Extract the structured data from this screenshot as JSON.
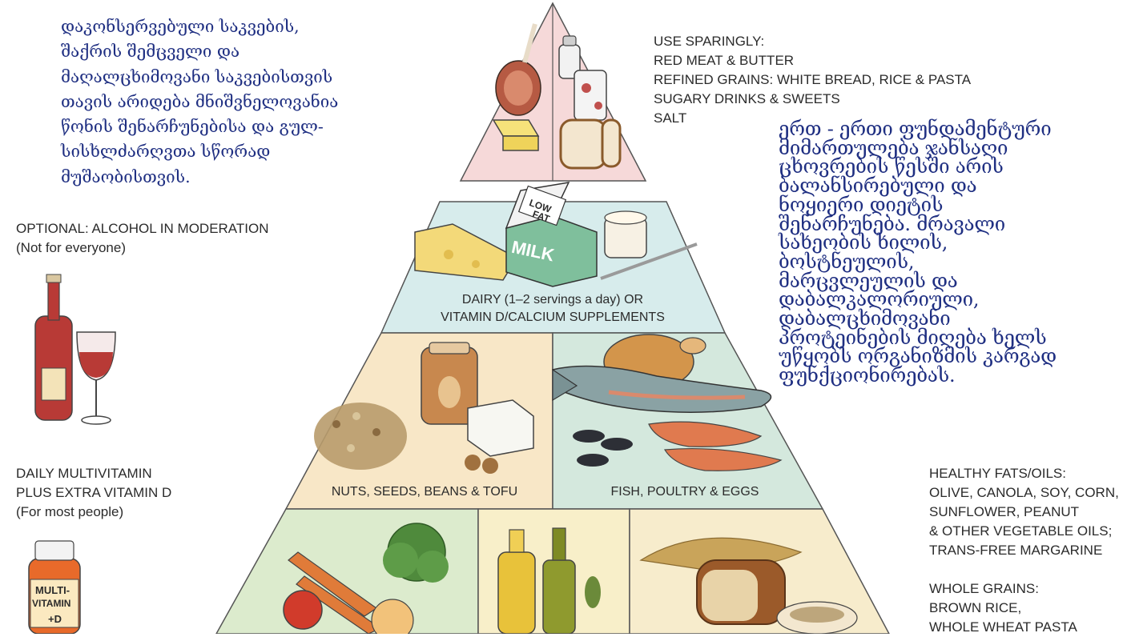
{
  "georgian": {
    "left_lines": [
      "დაკონსერვებული საკვების,",
      "შაქრის შემცველი და",
      "მაღალცხიმოვანი საკვებისთვის",
      "თავის არიდება მნიშვნელოვანია",
      "წონის შენარჩუნებისა და გულ-",
      "სისხლძარღვთა სწორად",
      "მუშაობისთვის."
    ],
    "right_lines": [
      "ერთ - ერთი ფუნდამენტური",
      "მიმართულება ჯანსაღი",
      "ცხოვრების წესში არის",
      "ბალანსირებული და",
      "ნოყიერი დიეტის",
      "შენარჩუნება. მრავალი",
      "სახეობის ხილის,",
      "ბოსტნეულის,",
      "მარცვლეულის და",
      "დაბალკალორიული,",
      "დაბალცხიმოვანი",
      "პროტეინების მიღება ხელს",
      "უწყობს ორგანიზმის კარგად",
      "ფუნქციონირებას."
    ]
  },
  "sparingly": {
    "lines": [
      "USE SPARINGLY:",
      "RED MEAT & BUTTER",
      "REFINED GRAINS: WHITE BREAD, RICE & PASTA",
      "SUGARY DRINKS & SWEETS",
      "SALT"
    ]
  },
  "alcohol": {
    "lines": [
      "OPTIONAL: ALCOHOL IN MODERATION",
      "(Not for everyone)"
    ]
  },
  "multivitamin": {
    "lines": [
      "DAILY MULTIVITAMIN",
      "PLUS EXTRA VITAMIN D",
      "(For most people)"
    ],
    "bottle_lines": [
      "MULTI-",
      "VITAMIN",
      "+D"
    ]
  },
  "fats": {
    "lines": [
      "HEALTHY FATS/OILS:",
      "OLIVE, CANOLA, SOY, CORN,",
      "SUNFLOWER, PEANUT",
      "& OTHER VEGETABLE OILS;",
      "TRANS-FREE MARGARINE",
      "",
      "WHOLE GRAINS:",
      "BROWN RICE,",
      "WHOLE WHEAT PASTA"
    ]
  },
  "tiers": {
    "dairy": [
      "DAIRY (1–2 servings a day) OR",
      "VITAMIN D/CALCIUM SUPPLEMENTS"
    ],
    "nuts": "NUTS, SEEDS, BEANS & TOFU",
    "fish": "FISH, POULTRY & EGGS"
  },
  "milk_carton": {
    "side": "MILK",
    "badge_line1": "LOW",
    "badge_line2": "FAT"
  },
  "colors": {
    "top_tier": "#f6d9d9",
    "dairy_tier": "#d7ecec",
    "nuts_tier": "#f8e7c7",
    "fish_tier": "#d4e8dd",
    "base_left": "#dcebcd",
    "base_mid": "#f8efc9",
    "base_right": "#f7eccc",
    "georgian_text": "#1f2f82"
  }
}
